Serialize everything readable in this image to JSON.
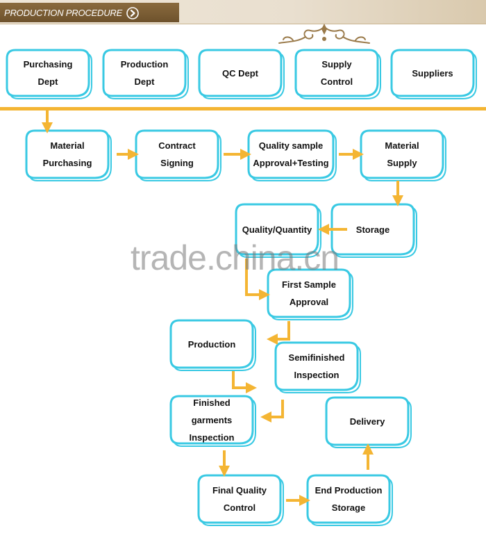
{
  "header": {
    "title": "PRODUCTION PROCEDURE",
    "arrow_icon": "circle-chevron-right-icon",
    "ornament_icon": "baroque-scroll-ornament-icon"
  },
  "colors": {
    "box_border": "#39c9e3",
    "arrow": "#f4b533",
    "header_tab": "#7a5c33",
    "divider": "#f4b533"
  },
  "departments": [
    {
      "id": "purchasing-dept",
      "label": "Purchasing\nDept"
    },
    {
      "id": "production-dept",
      "label": "Production\nDept"
    },
    {
      "id": "qc-dept",
      "label": "QC Dept"
    },
    {
      "id": "supply-control",
      "label": "Supply\nControl"
    },
    {
      "id": "suppliers",
      "label": "Suppliers"
    }
  ],
  "steps": [
    {
      "id": "material-purchasing",
      "label": "Material\nPurchasing"
    },
    {
      "id": "contract-signing",
      "label": "Contract\nSigning"
    },
    {
      "id": "quality-sample-testing",
      "label": "Quality sample\nApproval+Testing"
    },
    {
      "id": "material-supply",
      "label": "Material\nSupply"
    },
    {
      "id": "storage",
      "label": "Storage"
    },
    {
      "id": "quality-quantity",
      "label": "Quality/Quantity"
    },
    {
      "id": "first-sample-approval",
      "label": "First Sample\nApproval"
    },
    {
      "id": "production",
      "label": "Production"
    },
    {
      "id": "semifinished-inspection",
      "label": "Semifinished\nInspection"
    },
    {
      "id": "finished-garments-inspection",
      "label": "Finished  garments\nInspection"
    },
    {
      "id": "final-quality-control",
      "label": "Final Quality\nControl"
    },
    {
      "id": "end-production-storage",
      "label": "End Production\nStorage"
    },
    {
      "id": "delivery",
      "label": "Delivery"
    }
  ],
  "watermark": "trade.china.cn"
}
